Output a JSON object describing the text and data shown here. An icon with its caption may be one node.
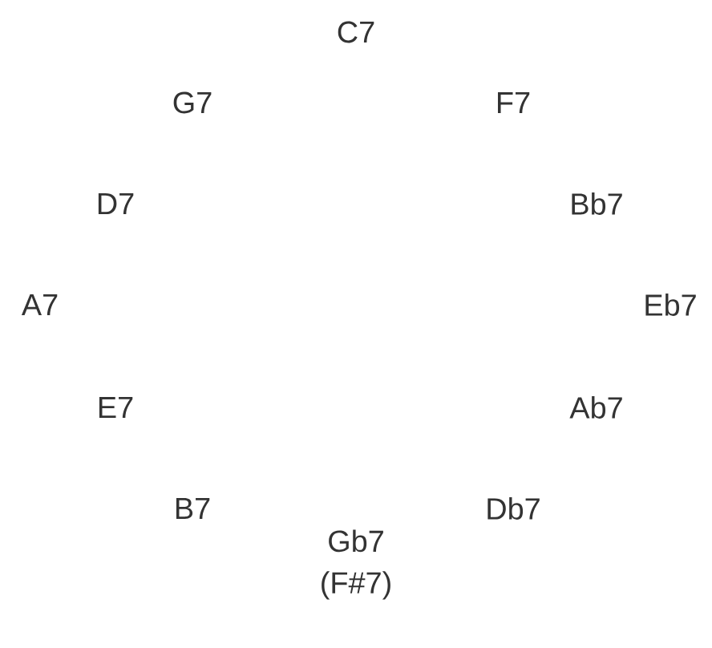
{
  "diagram": {
    "labels": [
      "C7",
      "G7",
      "F7",
      "D7",
      "Bb7",
      "A7",
      "Eb7",
      "E7",
      "Ab7",
      "B7",
      "Db7",
      "Gb7 (F#7)"
    ]
  }
}
